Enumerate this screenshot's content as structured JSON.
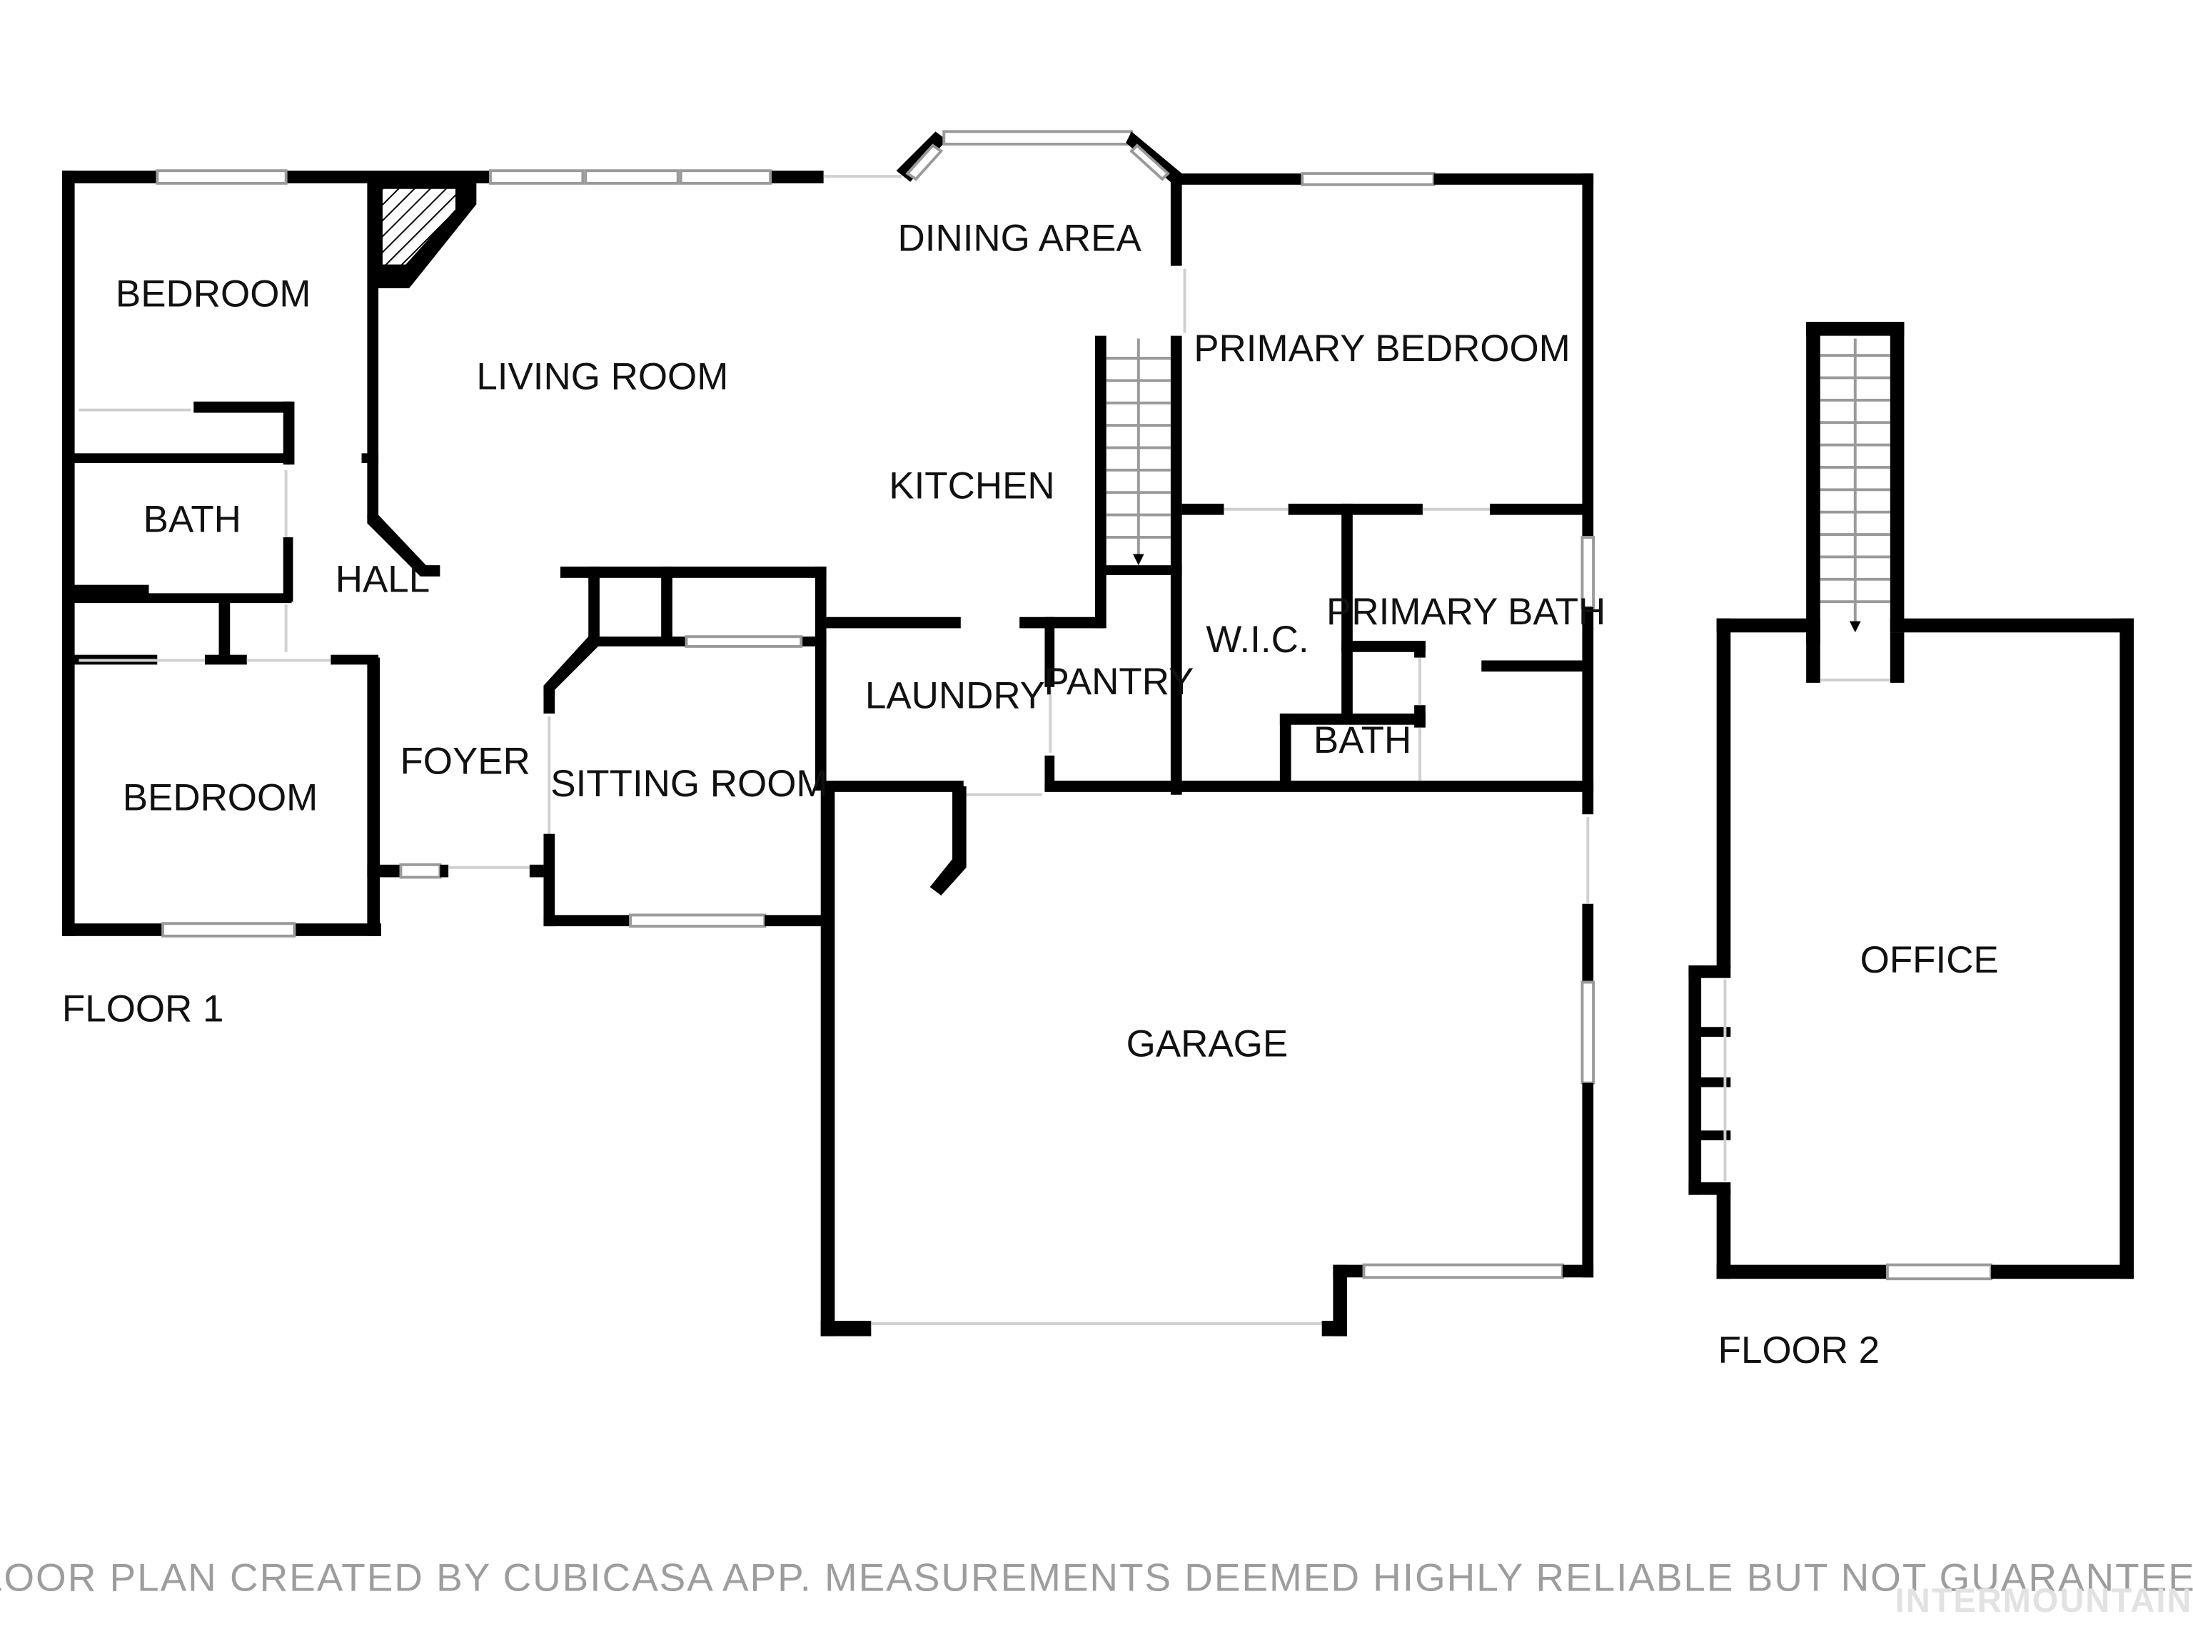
{
  "floor1": {
    "label": "FLOOR 1",
    "rooms": {
      "bedroom_1": "BEDROOM",
      "living_room": "LIVING ROOM",
      "dining_area": "DINING AREA",
      "primary_bedroom": "PRIMARY BEDROOM",
      "kitchen": "KITCHEN",
      "bath_1": "BATH",
      "hall": "HALL",
      "wic": "W.I.C.",
      "primary_bath": "PRIMARY BATH",
      "laundry": "LAUNDRY",
      "pantry": "PANTRY",
      "bath_2": "BATH",
      "foyer": "FOYER",
      "sitting_room": "SITTING ROOM",
      "bedroom_2": "BEDROOM",
      "garage": "GARAGE"
    }
  },
  "floor2": {
    "label": "FLOOR 2",
    "rooms": {
      "office": "OFFICE"
    }
  },
  "footer": {
    "disclaimer": "FLOOR PLAN CREATED BY CUBICASA APP. MEASUREMENTS DEEMED HIGHLY RELIABLE BUT NOT GUARANTEED.",
    "watermark": "INTERMOUNTAIN"
  }
}
